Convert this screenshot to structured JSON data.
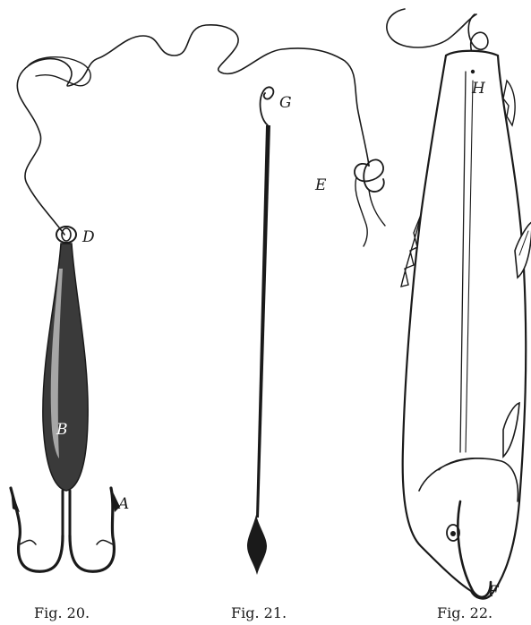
{
  "figures": [
    {
      "caption": "Fig. 20.",
      "labels": {
        "line_loop": "D",
        "weight_body": "B",
        "hook": "A"
      }
    },
    {
      "caption": "Fig. 21.",
      "labels": {
        "needle_eye": "G"
      }
    },
    {
      "caption": "Fig. 22.",
      "labels": {
        "knot": "E",
        "head_eye": "H",
        "tail_hook": "F"
      }
    }
  ],
  "colors": {
    "ink": "#1a1a1a",
    "paper": "#ffffff",
    "shade": "#3a3a3a"
  }
}
